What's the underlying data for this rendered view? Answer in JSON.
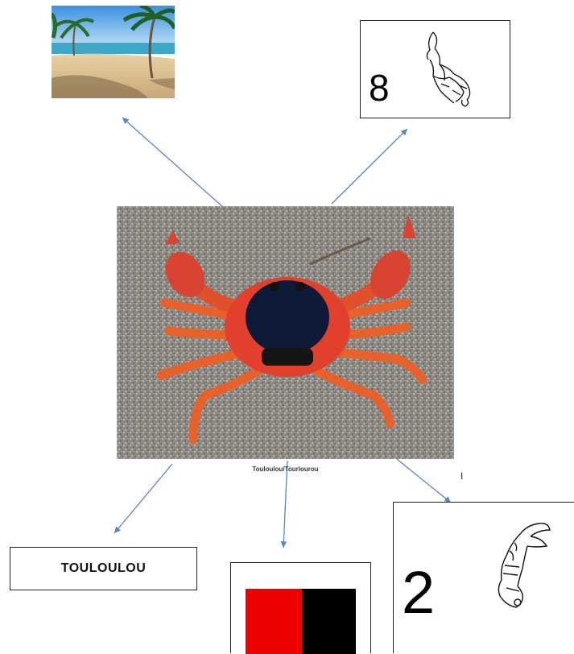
{
  "center": {
    "caption": "Touloulou/Tourlourou"
  },
  "legs": {
    "count": "8"
  },
  "claws": {
    "count": "2"
  },
  "name": {
    "label": "TOULOULOU"
  },
  "colors": {
    "swatches": [
      "#ee0000",
      "#000000"
    ]
  },
  "stray_mark": "I",
  "arrow_color": "#5b84c4"
}
